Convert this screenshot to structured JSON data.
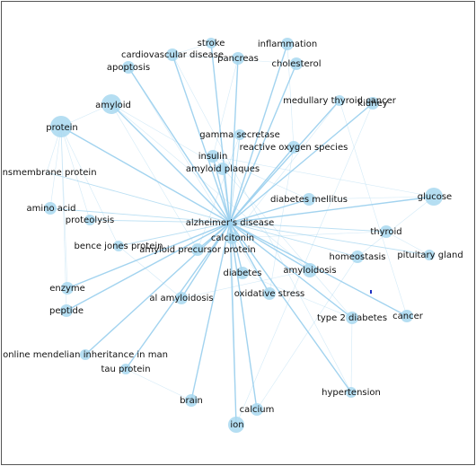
{
  "graph": {
    "hub": "alzheimer's disease",
    "colors": {
      "node": "#a8d8f0",
      "edge": "#9dd1ee",
      "text": "#111111",
      "frame": "#555555",
      "dot": "#1f2fc0"
    },
    "nodes": [
      {
        "id": "alzheimers",
        "label": "alzheimer's disease"
      },
      {
        "id": "stroke",
        "label": "stroke"
      },
      {
        "id": "inflammation",
        "label": "inflammation"
      },
      {
        "id": "cardiovascular",
        "label": "cardiovascular disease"
      },
      {
        "id": "pancreas",
        "label": "pancreas"
      },
      {
        "id": "apoptosis",
        "label": "apoptosis"
      },
      {
        "id": "cholesterol",
        "label": "cholesterol"
      },
      {
        "id": "amyloid",
        "label": "amyloid"
      },
      {
        "id": "medullary",
        "label": "medullary thyroid cancer"
      },
      {
        "id": "kidney",
        "label": "kidney"
      },
      {
        "id": "protein",
        "label": "protein"
      },
      {
        "id": "gamma",
        "label": "gamma secretase"
      },
      {
        "id": "ros",
        "label": "reactive oxygen species"
      },
      {
        "id": "insulin",
        "label": "insulin"
      },
      {
        "id": "plaques",
        "label": "amyloid plaques"
      },
      {
        "id": "transmembrane",
        "label": "ansmembrane protein"
      },
      {
        "id": "glucose",
        "label": "glucose"
      },
      {
        "id": "diabetes_mellitus",
        "label": "diabetes mellitus"
      },
      {
        "id": "amino",
        "label": "amino acid"
      },
      {
        "id": "proteolysis",
        "label": "proteolysis"
      },
      {
        "id": "thyroid",
        "label": "thyroid"
      },
      {
        "id": "calcitonin",
        "label": "calcitonin"
      },
      {
        "id": "bence",
        "label": "bence jones protein"
      },
      {
        "id": "app",
        "label": "amyloid precursor protein"
      },
      {
        "id": "homeostasis",
        "label": "homeostasis"
      },
      {
        "id": "pituitary",
        "label": "pituitary gland"
      },
      {
        "id": "diabetes",
        "label": "diabetes"
      },
      {
        "id": "amyloidosis",
        "label": "amyloidosis"
      },
      {
        "id": "enzyme",
        "label": "enzyme"
      },
      {
        "id": "oxidative",
        "label": "oxidative stress"
      },
      {
        "id": "al_amyloidosis",
        "label": "al amyloidosis"
      },
      {
        "id": "peptide",
        "label": "peptide"
      },
      {
        "id": "type2",
        "label": "type 2 diabetes"
      },
      {
        "id": "cancer",
        "label": "cancer"
      },
      {
        "id": "omim",
        "label": "online mendelian inheritance in man"
      },
      {
        "id": "tau",
        "label": "tau protein"
      },
      {
        "id": "hypertension",
        "label": "hypertension"
      },
      {
        "id": "brain",
        "label": "brain"
      },
      {
        "id": "calcium",
        "label": "calcium"
      },
      {
        "id": "ion",
        "label": "ion"
      }
    ],
    "edges": [
      [
        "alzheimers",
        "stroke"
      ],
      [
        "alzheimers",
        "inflammation"
      ],
      [
        "alzheimers",
        "cardiovascular"
      ],
      [
        "alzheimers",
        "pancreas"
      ],
      [
        "alzheimers",
        "apoptosis"
      ],
      [
        "alzheimers",
        "cholesterol"
      ],
      [
        "alzheimers",
        "amyloid"
      ],
      [
        "alzheimers",
        "medullary"
      ],
      [
        "alzheimers",
        "kidney"
      ],
      [
        "alzheimers",
        "protein"
      ],
      [
        "alzheimers",
        "gamma"
      ],
      [
        "alzheimers",
        "ros"
      ],
      [
        "alzheimers",
        "insulin"
      ],
      [
        "alzheimers",
        "plaques"
      ],
      [
        "alzheimers",
        "transmembrane"
      ],
      [
        "alzheimers",
        "glucose"
      ],
      [
        "alzheimers",
        "diabetes_mellitus"
      ],
      [
        "alzheimers",
        "amino"
      ],
      [
        "alzheimers",
        "proteolysis"
      ],
      [
        "alzheimers",
        "thyroid"
      ],
      [
        "alzheimers",
        "calcitonin"
      ],
      [
        "alzheimers",
        "bence"
      ],
      [
        "alzheimers",
        "app"
      ],
      [
        "alzheimers",
        "homeostasis"
      ],
      [
        "alzheimers",
        "pituitary"
      ],
      [
        "alzheimers",
        "diabetes"
      ],
      [
        "alzheimers",
        "amyloidosis"
      ],
      [
        "alzheimers",
        "enzyme"
      ],
      [
        "alzheimers",
        "oxidative"
      ],
      [
        "alzheimers",
        "al_amyloidosis"
      ],
      [
        "alzheimers",
        "peptide"
      ],
      [
        "alzheimers",
        "type2"
      ],
      [
        "alzheimers",
        "cancer"
      ],
      [
        "alzheimers",
        "omim"
      ],
      [
        "alzheimers",
        "tau"
      ],
      [
        "alzheimers",
        "hypertension"
      ],
      [
        "alzheimers",
        "brain"
      ],
      [
        "alzheimers",
        "calcium"
      ],
      [
        "alzheimers",
        "ion"
      ],
      [
        "amyloid",
        "protein"
      ],
      [
        "amyloid",
        "amyloidosis"
      ],
      [
        "amyloid",
        "plaques"
      ],
      [
        "amyloid",
        "app"
      ],
      [
        "protein",
        "enzyme"
      ],
      [
        "protein",
        "peptide"
      ],
      [
        "protein",
        "amino"
      ],
      [
        "protein",
        "proteolysis"
      ],
      [
        "protein",
        "bence"
      ],
      [
        "protein",
        "transmembrane"
      ],
      [
        "calcitonin",
        "thyroid"
      ],
      [
        "calcitonin",
        "medullary"
      ],
      [
        "calcitonin",
        "calcium"
      ],
      [
        "calcitonin",
        "ion"
      ],
      [
        "diabetes_mellitus",
        "glucose"
      ],
      [
        "diabetes_mellitus",
        "insulin"
      ],
      [
        "diabetes",
        "type2"
      ],
      [
        "insulin",
        "glucose"
      ],
      [
        "insulin",
        "pancreas"
      ],
      [
        "insulin",
        "type2"
      ],
      [
        "ros",
        "oxidative"
      ],
      [
        "ros",
        "inflammation"
      ],
      [
        "oxidative",
        "apoptosis"
      ],
      [
        "homeostasis",
        "calcium"
      ],
      [
        "homeostasis",
        "glucose"
      ],
      [
        "thyroid",
        "pituitary"
      ],
      [
        "cancer",
        "medullary"
      ],
      [
        "hypertension",
        "cardiovascular"
      ],
      [
        "hypertension",
        "type2"
      ],
      [
        "cardiovascular",
        "stroke"
      ],
      [
        "cholesterol",
        "cardiovascular"
      ],
      [
        "gamma",
        "app"
      ],
      [
        "tau",
        "brain"
      ],
      [
        "kidney",
        "ion"
      ],
      [
        "al_amyloidosis",
        "bence"
      ],
      [
        "amyloidosis",
        "al_amyloidosis"
      ]
    ]
  }
}
